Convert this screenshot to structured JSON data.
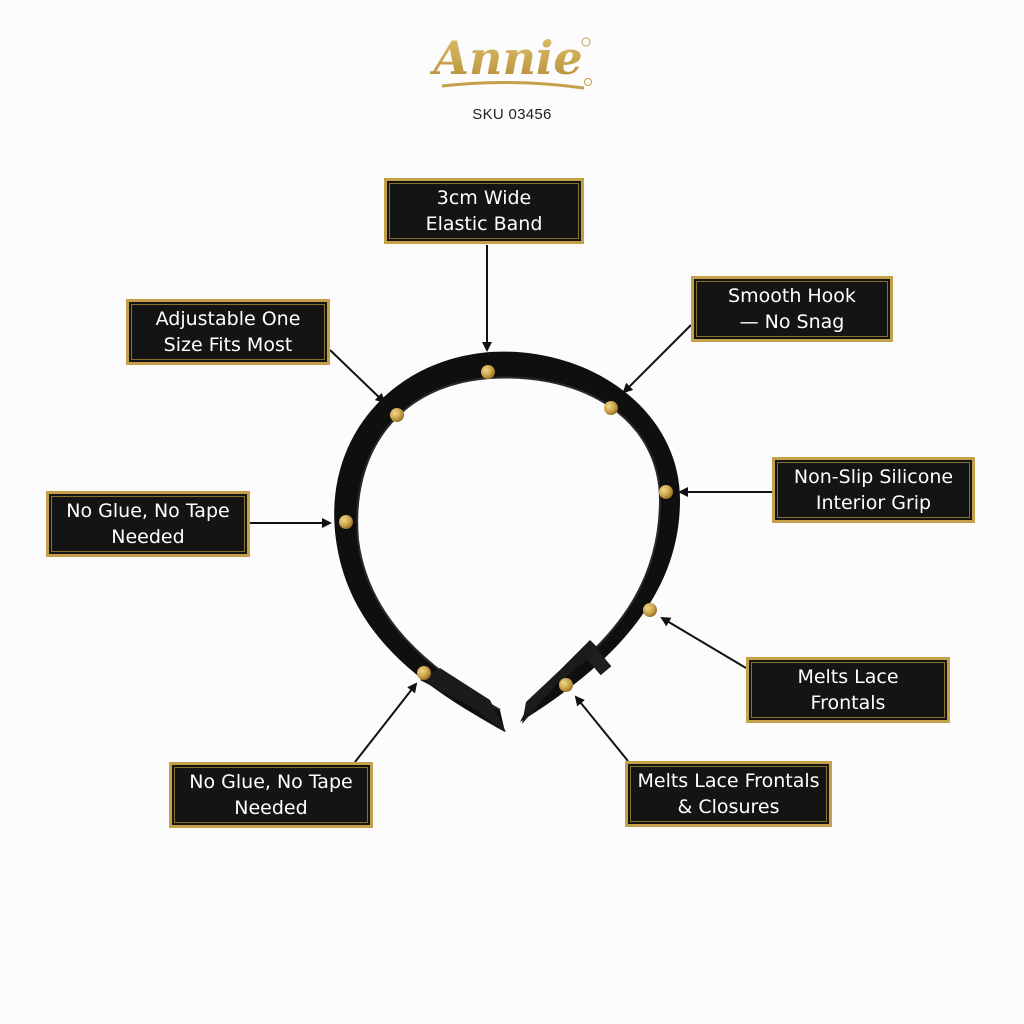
{
  "brand": {
    "logo_text": "Annie",
    "sku": "SKU 03456",
    "colors": {
      "gold": "#c4a04b",
      "box_fill": "#141414",
      "band": "#0f0f0f",
      "stud": "#c9a24a"
    }
  },
  "callouts": [
    {
      "id": "top",
      "text": "3cm Wide\nElastic Band"
    },
    {
      "id": "adj",
      "text": "Adjustable One\nSize Fits Most"
    },
    {
      "id": "hook",
      "text": "Smooth Hook\n— No Snag"
    },
    {
      "id": "grip",
      "text": "Non-Slip Silicone\nInterior Grip"
    },
    {
      "id": "glue1",
      "text": "No Glue, No Tape\nNeeded"
    },
    {
      "id": "melt1",
      "text": "Melts Lace Frontals"
    },
    {
      "id": "melt2",
      "text": "Melts Lace Frontals\n& Closures"
    },
    {
      "id": "glue2",
      "text": "No Glue, No Tape\nNeeded"
    }
  ],
  "icons": {
    "stud": "gold-stud-icon",
    "arrow": "arrow-icon"
  }
}
